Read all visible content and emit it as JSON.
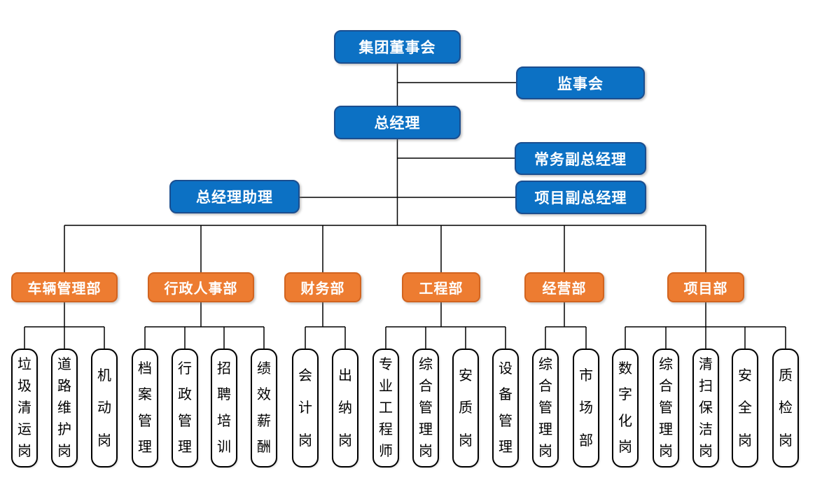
{
  "diagram_type": "org-chart",
  "colors": {
    "executive_fill": "#0c71c4",
    "executive_border": "#1b4e8f",
    "department_fill": "#ed7c31",
    "department_border": "#d2641f",
    "position_fill": "#ffffff",
    "position_border": "#000000",
    "connector": "#000000",
    "text_on_fill": "#ffffff"
  },
  "executives": {
    "board": "集团董事会",
    "supervisory": "监事会",
    "general_manager": "总经理",
    "executive_deputy_gm": "常务副总经理",
    "gm_assistant": "总经理助理",
    "project_deputy_gm": "项目副总经理"
  },
  "departments": [
    {
      "label": "车辆管理部",
      "positions": [
        "垃圾清运岗",
        "道路维护岗",
        "机动岗"
      ]
    },
    {
      "label": "行政人事部",
      "positions": [
        "档案管理",
        "行政管理",
        "招聘培训",
        "绩效薪酬"
      ]
    },
    {
      "label": "财务部",
      "positions": [
        "会计岗",
        "出纳岗"
      ]
    },
    {
      "label": "工程部",
      "positions": [
        "专业工程师",
        "综合管理岗",
        "安质岗",
        "设备管理"
      ]
    },
    {
      "label": "经营部",
      "positions": [
        "综合管理岗",
        "市场部"
      ]
    },
    {
      "label": "项目部",
      "positions": [
        "数字化岗",
        "综合管理岗",
        "清扫保洁岗",
        "安全岗",
        "质检岗"
      ]
    }
  ]
}
